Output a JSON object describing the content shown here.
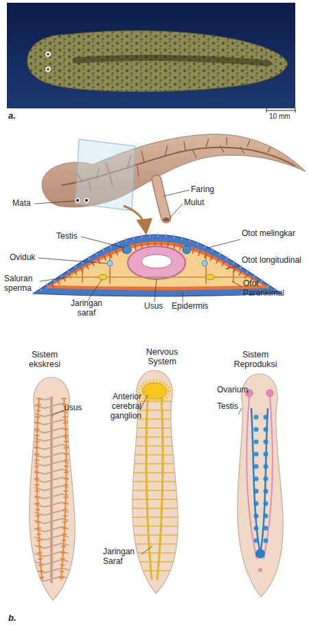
{
  "diagram": {
    "labels": [
      "a.",
      "10 mm",
      "Faring",
      "Mulut",
      "Mata",
      "Testis",
      "Otot melingkar",
      "Oviduk",
      "Otot longitudinal",
      "Saluran sperma",
      "Otot Parenkimal",
      "Jaringan saraf",
      "Usus",
      "Epidermis",
      "Sistem ekskresi",
      "Nervous System",
      "Sistem Reproduksi",
      "usus",
      "Anterior cerebral ganglion",
      "Ovarium",
      "Testis",
      "Jaringan Saraf",
      "b."
    ]
  }
}
